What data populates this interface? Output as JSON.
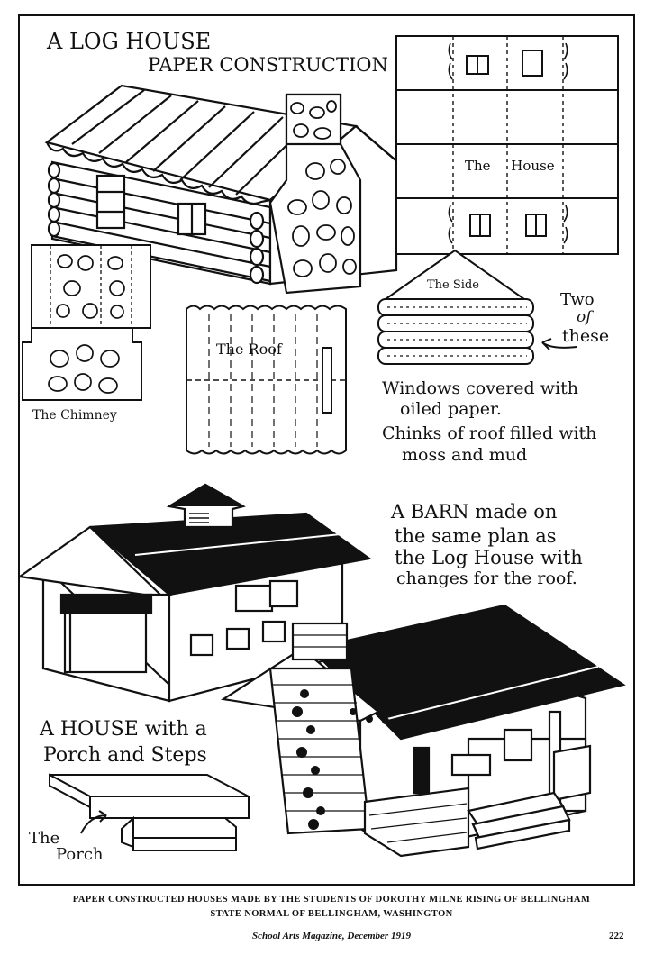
{
  "titles": {
    "log_house_line1": "A LOG HOUSE",
    "log_house_line2": "PAPER CONSTRUCTION"
  },
  "pattern_labels": {
    "the_house": "The House",
    "the_side": "The Side",
    "the_roof": "The Roof",
    "the_chimney": "The Chimney",
    "two_of_these_1": "Two",
    "two_of_these_2": "of",
    "two_of_these_3": "these",
    "the_porch_1": "The",
    "the_porch_2": "Porch"
  },
  "notes": {
    "windows_line1": "Windows covered with",
    "windows_line2": "oiled paper.",
    "chinks_line1": "Chinks of roof filled with",
    "chinks_line2": "moss and mud"
  },
  "barn_text": {
    "line1": "A BARN made on",
    "line2": "the same plan as",
    "line3": "the Log House with",
    "line4": "changes for the roof."
  },
  "house_text": {
    "line1": "A HOUSE with a",
    "line2": "Porch and Steps"
  },
  "caption": {
    "line1": "PAPER CONSTRUCTED HOUSES MADE BY THE STUDENTS OF DOROTHY MILNE RISING OF BELLINGHAM",
    "line2": "STATE NORMAL OF BELLINGHAM, WASHINGTON"
  },
  "footer": {
    "magazine": "School Arts Magazine, December 1919",
    "page_number": "222"
  }
}
